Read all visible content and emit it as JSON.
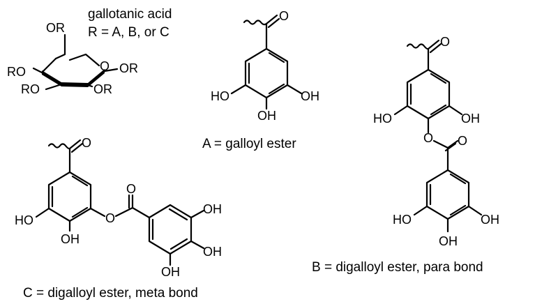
{
  "header": {
    "title": "gallotanic acid",
    "substituent_note": "R = A, B, or C"
  },
  "glucose": {
    "labels": {
      "ring_oxygen": "O",
      "c6": "OR",
      "c4": "RO",
      "c3": "RO",
      "c2": "OR",
      "c1": "OR"
    }
  },
  "structures": {
    "A": {
      "caption": "A = galloyl ester",
      "labels": {
        "carbonyl_o": "O",
        "oh_left": "HO",
        "oh_right": "OH",
        "oh_bottom": "OH"
      }
    },
    "B": {
      "caption": "B = digalloyl ester, para bond",
      "labels": {
        "carbonyl_o": "O",
        "oh_left": "HO",
        "oh_right": "OH",
        "ester_o": "O",
        "ester_carbonyl_o": "O",
        "oh2_left": "HO",
        "oh2_right": "OH",
        "oh2_bottom": "OH"
      }
    },
    "C": {
      "caption": "C = digalloyl ester, meta bond",
      "labels": {
        "carbonyl_o": "O",
        "oh_left": "HO",
        "oh_bottom": "OH",
        "ester_o": "O",
        "ester_carbonyl_o": "O",
        "oh2_top": "OH",
        "oh2_right": "OH",
        "oh2_bottom": "OH"
      }
    }
  }
}
